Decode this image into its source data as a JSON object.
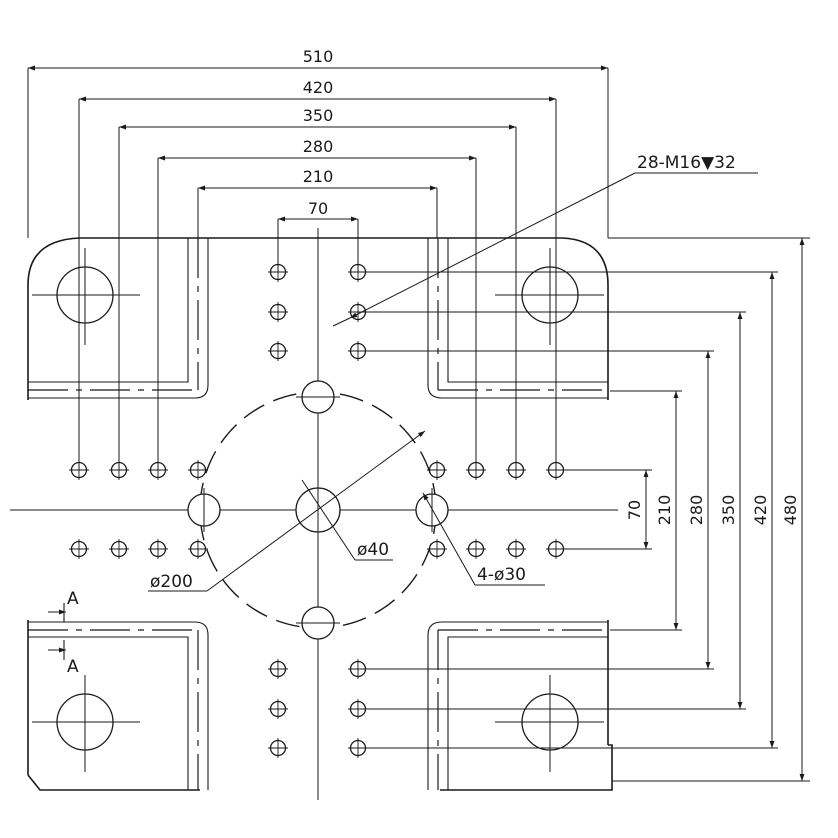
{
  "drawing": {
    "horizontal_dimensions": [
      "510",
      "420",
      "350",
      "280",
      "210",
      "70"
    ],
    "vertical_dimensions": [
      "70",
      "210",
      "280",
      "350",
      "420",
      "480"
    ],
    "callouts": {
      "tapped_holes": "28-M16▼32",
      "center_bore": "ø40",
      "locating_circle": "ø200",
      "locating_holes": "4-ø30"
    },
    "section_mark": "A"
  }
}
